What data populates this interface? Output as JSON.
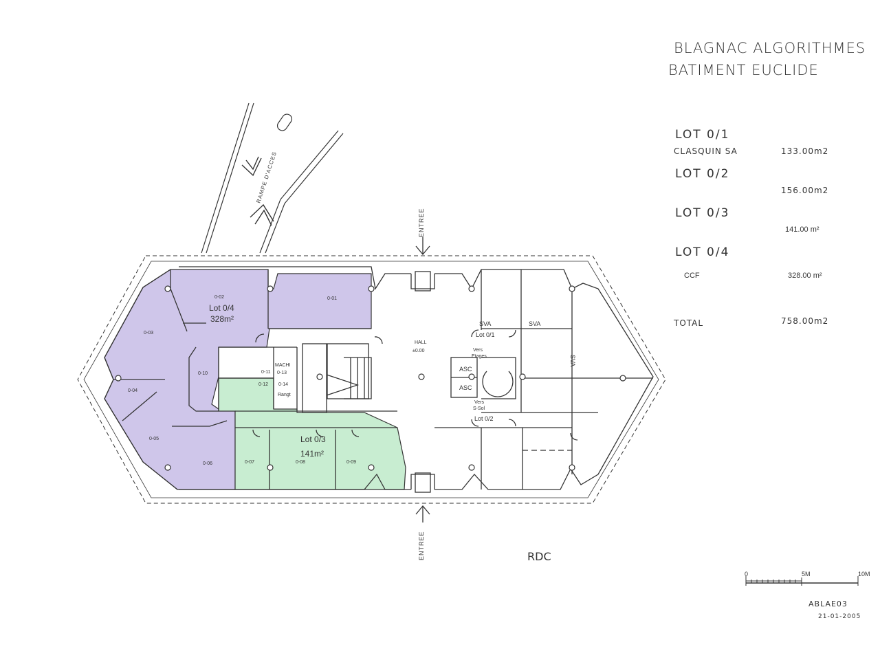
{
  "header": {
    "line1": "BLAGNAC ALGORITHMES",
    "line2": "BATIMENT EUCLIDE"
  },
  "legend": {
    "lots": [
      {
        "label": "LOT 0/1",
        "tenant": "CLASQUIN SA",
        "area": "133.00m2"
      },
      {
        "label": "LOT 0/2",
        "tenant": "",
        "area": "156.00m2"
      },
      {
        "label": "LOT 0/3",
        "tenant": "",
        "area": "141.00 m²"
      },
      {
        "label": "LOT 0/4",
        "tenant": "CCF",
        "area": "328.00 m²"
      }
    ],
    "total_label": "TOTAL",
    "total_area": "758.00m2"
  },
  "plan": {
    "lot_labels": {
      "lot4_name": "Lot 0/4",
      "lot4_area": "328m²",
      "lot3_name": "Lot 0/3",
      "lot3_area": "141m²",
      "lot1_name": "Lot 0/1",
      "lot2_name": "Lot 0/2"
    },
    "rooms": {
      "r01": "0-01",
      "r02": "0-02",
      "r03": "0-03",
      "r04": "0-04",
      "r05": "0-05",
      "r06": "0-06",
      "r07": "0-07",
      "r08": "0-08",
      "r09": "0-09",
      "r10": "0-10",
      "r11": "0-11",
      "r12": "0-12",
      "r13": "0-13",
      "r14": "0-14"
    },
    "misc": {
      "mach": "MACHI",
      "rangt": "Rangt",
      "hall": "HALL",
      "hall_level": "±0.00",
      "sva1": "SVA",
      "sva2": "SVA",
      "sva3": "SVA",
      "asc1": "ASC",
      "asc2": "ASC",
      "vers_etages_1": "Vers",
      "vers_etages_2": "Etages",
      "vers_ssol_1": "Vers",
      "vers_ssol_2": "S-Sol",
      "entree_top": "ENTREE",
      "entree_bottom": "ENTREE",
      "rampe": "RAMPE D'ACCES"
    },
    "level": "RDC"
  },
  "scale": {
    "zero": "0",
    "mid": "5M",
    "end": "10M"
  },
  "footer": {
    "ref": "ABLAE03",
    "date": "21-01-2005"
  },
  "colors": {
    "lot_purple": "#cfc6ea",
    "lot_green": "#c8edd1",
    "line": "#333333"
  }
}
